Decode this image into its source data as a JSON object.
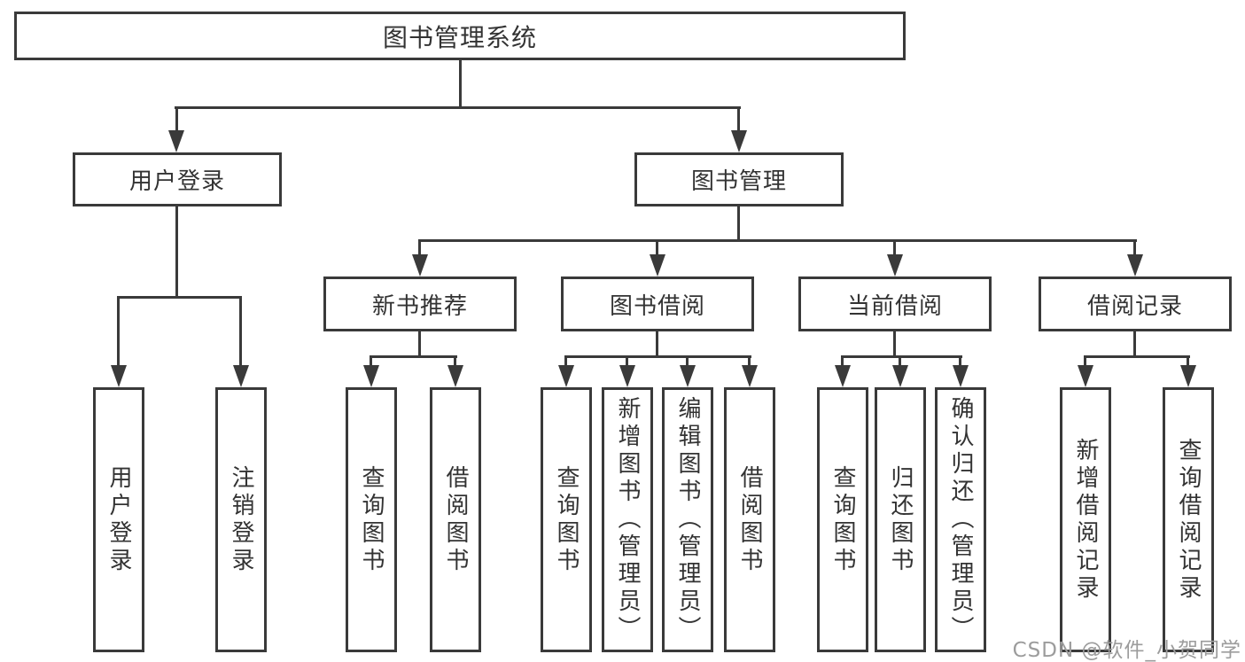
{
  "title": "图书管理系统",
  "watermark": "CSDN @软件_小贺同学",
  "colors": {
    "line": "#3a3a3a",
    "text": "#333333",
    "watermark": "#9c9c9c",
    "background": "#ffffff"
  },
  "tree": {
    "label": "图书管理系统",
    "children": [
      {
        "label": "用户登录",
        "children": [
          {
            "label": "用户登录"
          },
          {
            "label": "注销登录"
          }
        ]
      },
      {
        "label": "图书管理",
        "children": [
          {
            "label": "新书推荐",
            "children": [
              {
                "label": "查询图书"
              },
              {
                "label": "借阅图书"
              }
            ]
          },
          {
            "label": "图书借阅",
            "children": [
              {
                "label": "查询图书"
              },
              {
                "label": "新增图书（管理员）"
              },
              {
                "label": "编辑图书（管理员）"
              },
              {
                "label": "借阅图书"
              }
            ]
          },
          {
            "label": "当前借阅",
            "children": [
              {
                "label": "查询图书"
              },
              {
                "label": "归还图书"
              },
              {
                "label": "确认归还（管理员）"
              }
            ]
          },
          {
            "label": "借阅记录",
            "children": [
              {
                "label": "新增借阅记录"
              },
              {
                "label": "查询借阅记录"
              }
            ]
          }
        ]
      }
    ]
  }
}
